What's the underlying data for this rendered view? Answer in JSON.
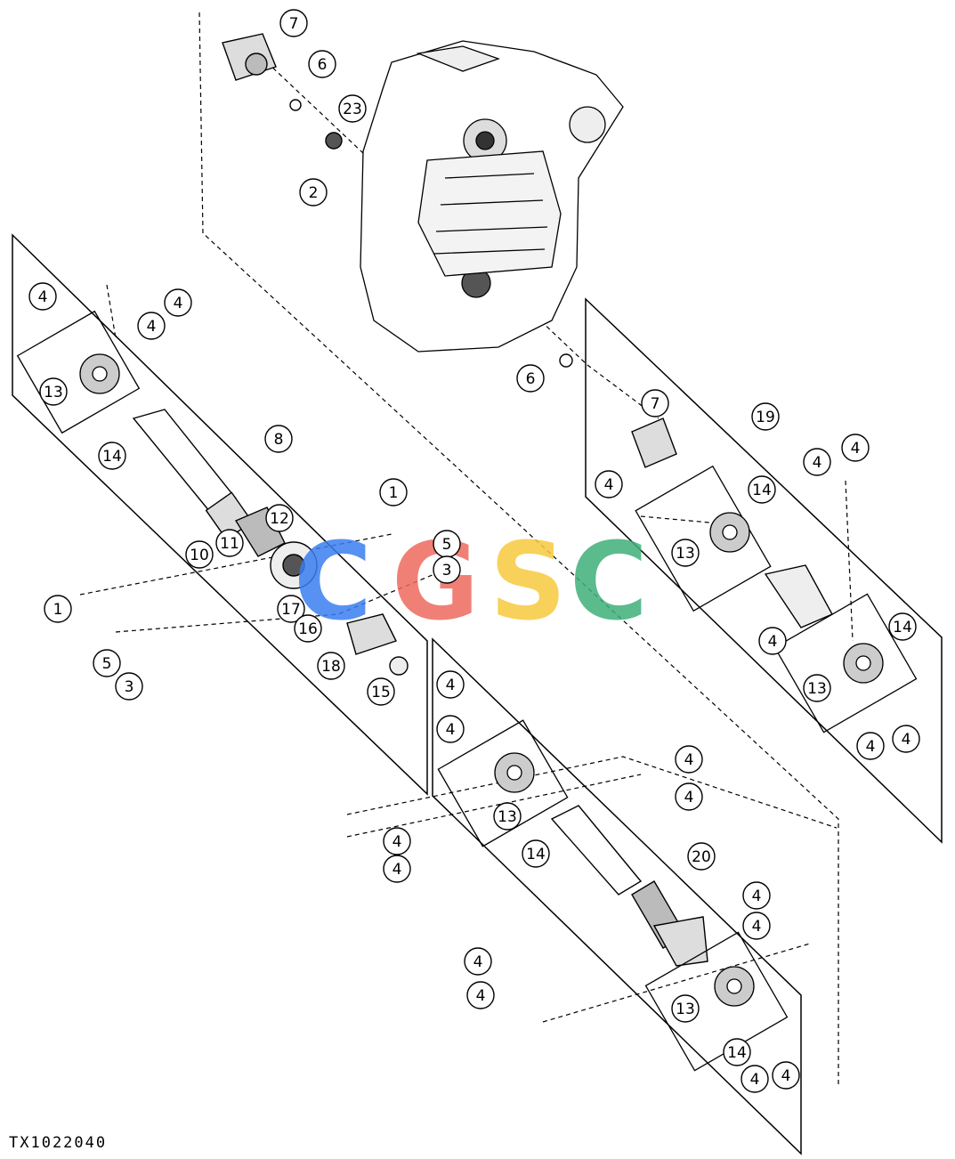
{
  "figure_code": "TX1022040",
  "watermark": {
    "text": "CGSC",
    "colors": [
      "#3a7ff0",
      "#ee6a5f",
      "#f7c93e",
      "#3fb07a"
    ]
  },
  "callout_labels": [
    "7",
    "6",
    "23",
    "2",
    "4",
    "4",
    "4",
    "13",
    "14",
    "8",
    "1",
    "12",
    "11",
    "10",
    "1",
    "5",
    "3",
    "17",
    "16",
    "18",
    "15",
    "5",
    "3",
    "6",
    "7",
    "19",
    "4",
    "4",
    "4",
    "14",
    "13",
    "4",
    "14",
    "13",
    "4",
    "4",
    "4",
    "4",
    "4",
    "4",
    "13",
    "14",
    "4",
    "4",
    "20",
    "4",
    "4",
    "4",
    "4",
    "13",
    "14",
    "4",
    "4"
  ]
}
